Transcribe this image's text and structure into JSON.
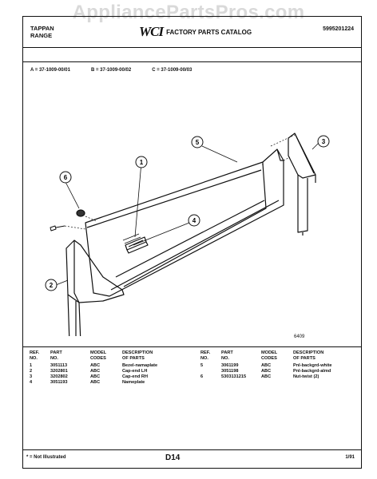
{
  "watermark": "AppliancePartsPros.com",
  "header": {
    "brand_line1": "TAPPAN",
    "brand_line2": "RANGE",
    "logo_text": "WCI",
    "catalog_title": "FACTORY PARTS CATALOG",
    "catalog_number": "5995201224"
  },
  "models": {
    "a": "A = 37-1009-00/01",
    "b": "B = 37-1009-00/02",
    "c": "C = 37-1009-00/03"
  },
  "callouts": [
    "1",
    "2",
    "3",
    "4",
    "5",
    "6"
  ],
  "picture_number": "6409",
  "table": {
    "headers": {
      "ref": [
        "REF.",
        "NO."
      ],
      "part": [
        "PART",
        "NO."
      ],
      "model": [
        "MODEL",
        "CODES"
      ],
      "desc": [
        "DESCRIPTION",
        "OF PARTS"
      ]
    },
    "left_rows": [
      {
        "ref": "1",
        "part": "3051113",
        "model": "ABC",
        "desc": "Bezel-namaplate"
      },
      {
        "ref": "2",
        "part": "3202801",
        "model": "ABC",
        "desc": "Cap-end LH"
      },
      {
        "ref": "3",
        "part": "3202802",
        "model": "ABC",
        "desc": "Cap-end RH"
      },
      {
        "ref": "4",
        "part": "3051193",
        "model": "ABC",
        "desc": "Nameplate"
      }
    ],
    "right_rows": [
      {
        "ref": "5",
        "part": "3061199",
        "model": "ABC",
        "desc": "Pnl-backgrd-white"
      },
      {
        "ref": "",
        "part": "3051198",
        "model": "ABC",
        "desc": "Pnl-backgrd-almd"
      },
      {
        "ref": "6",
        "part": "5303131215",
        "model": "ABC",
        "desc": "Nut-twist (2)"
      }
    ]
  },
  "footer": {
    "note": "* = Not Illustrated",
    "page_code": "D14",
    "date": "1/91"
  }
}
